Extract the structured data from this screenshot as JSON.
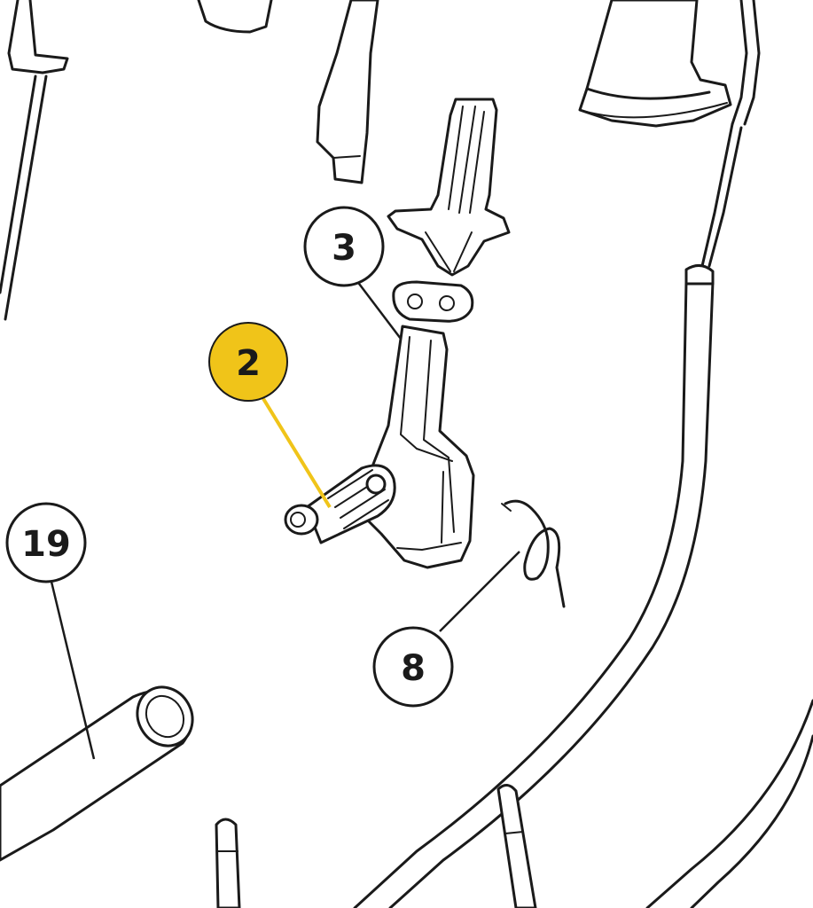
{
  "diagram": {
    "highlight_color": "#f0c419",
    "ink_color": "#1a1a1a",
    "callouts": [
      {
        "id": "2",
        "label": "2",
        "highlighted": true
      },
      {
        "id": "3",
        "label": "3",
        "highlighted": false
      },
      {
        "id": "8",
        "label": "8",
        "highlighted": false
      },
      {
        "id": "19",
        "label": "19",
        "highlighted": false
      }
    ]
  }
}
